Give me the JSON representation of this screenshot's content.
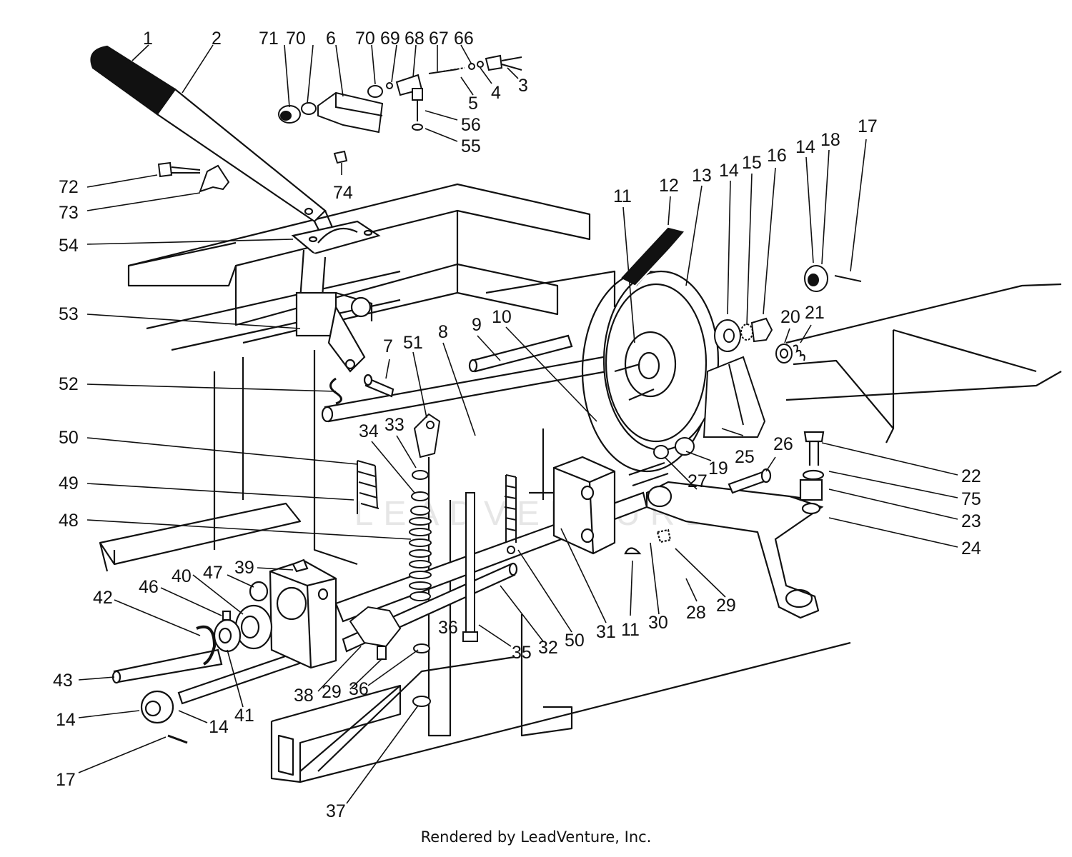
{
  "footer": "Rendered by LeadVenture, Inc.",
  "watermark": "LEADVENTURE",
  "colors": {
    "ink": "#111111",
    "paper": "#ffffff",
    "watermark": "#e6e6e6"
  },
  "callouts": [
    {
      "id": "c1",
      "label": "1"
    },
    {
      "id": "c2",
      "label": "2"
    },
    {
      "id": "c71",
      "label": "71"
    },
    {
      "id": "c70a",
      "label": "70"
    },
    {
      "id": "c6",
      "label": "6"
    },
    {
      "id": "c70b",
      "label": "70"
    },
    {
      "id": "c69",
      "label": "69"
    },
    {
      "id": "c68",
      "label": "68"
    },
    {
      "id": "c67",
      "label": "67"
    },
    {
      "id": "c66",
      "label": "66"
    },
    {
      "id": "c3",
      "label": "3"
    },
    {
      "id": "c4",
      "label": "4"
    },
    {
      "id": "c5",
      "label": "5"
    },
    {
      "id": "c56",
      "label": "56"
    },
    {
      "id": "c55",
      "label": "55"
    },
    {
      "id": "c72",
      "label": "72"
    },
    {
      "id": "c74",
      "label": "74"
    },
    {
      "id": "c73",
      "label": "73"
    },
    {
      "id": "c54",
      "label": "54"
    },
    {
      "id": "c53",
      "label": "53"
    },
    {
      "id": "c52",
      "label": "52"
    },
    {
      "id": "c50a",
      "label": "50"
    },
    {
      "id": "c49",
      "label": "49"
    },
    {
      "id": "c48",
      "label": "48"
    },
    {
      "id": "c7",
      "label": "7"
    },
    {
      "id": "c51",
      "label": "51"
    },
    {
      "id": "c8",
      "label": "8"
    },
    {
      "id": "c9",
      "label": "9"
    },
    {
      "id": "c10",
      "label": "10"
    },
    {
      "id": "c11a",
      "label": "11"
    },
    {
      "id": "c12",
      "label": "12"
    },
    {
      "id": "c13",
      "label": "13"
    },
    {
      "id": "c14a",
      "label": "14"
    },
    {
      "id": "c15",
      "label": "15"
    },
    {
      "id": "c16",
      "label": "16"
    },
    {
      "id": "c14b",
      "label": "14"
    },
    {
      "id": "c18",
      "label": "18"
    },
    {
      "id": "c17a",
      "label": "17"
    },
    {
      "id": "c20",
      "label": "20"
    },
    {
      "id": "c21",
      "label": "21"
    },
    {
      "id": "c34",
      "label": "34"
    },
    {
      "id": "c33",
      "label": "33"
    },
    {
      "id": "c26",
      "label": "26"
    },
    {
      "id": "c25",
      "label": "25"
    },
    {
      "id": "c19",
      "label": "19"
    },
    {
      "id": "c27",
      "label": "27"
    },
    {
      "id": "c22",
      "label": "22"
    },
    {
      "id": "c75",
      "label": "75"
    },
    {
      "id": "c23",
      "label": "23"
    },
    {
      "id": "c24",
      "label": "24"
    },
    {
      "id": "c39",
      "label": "39"
    },
    {
      "id": "c47",
      "label": "47"
    },
    {
      "id": "c40",
      "label": "40"
    },
    {
      "id": "c46",
      "label": "46"
    },
    {
      "id": "c42",
      "label": "42"
    },
    {
      "id": "c43",
      "label": "43"
    },
    {
      "id": "c14c",
      "label": "14"
    },
    {
      "id": "c14d",
      "label": "14"
    },
    {
      "id": "c41",
      "label": "41"
    },
    {
      "id": "c17b",
      "label": "17"
    },
    {
      "id": "c38",
      "label": "38"
    },
    {
      "id": "c29a",
      "label": "29"
    },
    {
      "id": "c36a",
      "label": "36"
    },
    {
      "id": "c36b",
      "label": "36"
    },
    {
      "id": "c37",
      "label": "37"
    },
    {
      "id": "c35",
      "label": "35"
    },
    {
      "id": "c32",
      "label": "32"
    },
    {
      "id": "c50b",
      "label": "50"
    },
    {
      "id": "c31",
      "label": "31"
    },
    {
      "id": "c11b",
      "label": "11"
    },
    {
      "id": "c30",
      "label": "30"
    },
    {
      "id": "c28",
      "label": "28"
    },
    {
      "id": "c29b",
      "label": "29"
    }
  ]
}
